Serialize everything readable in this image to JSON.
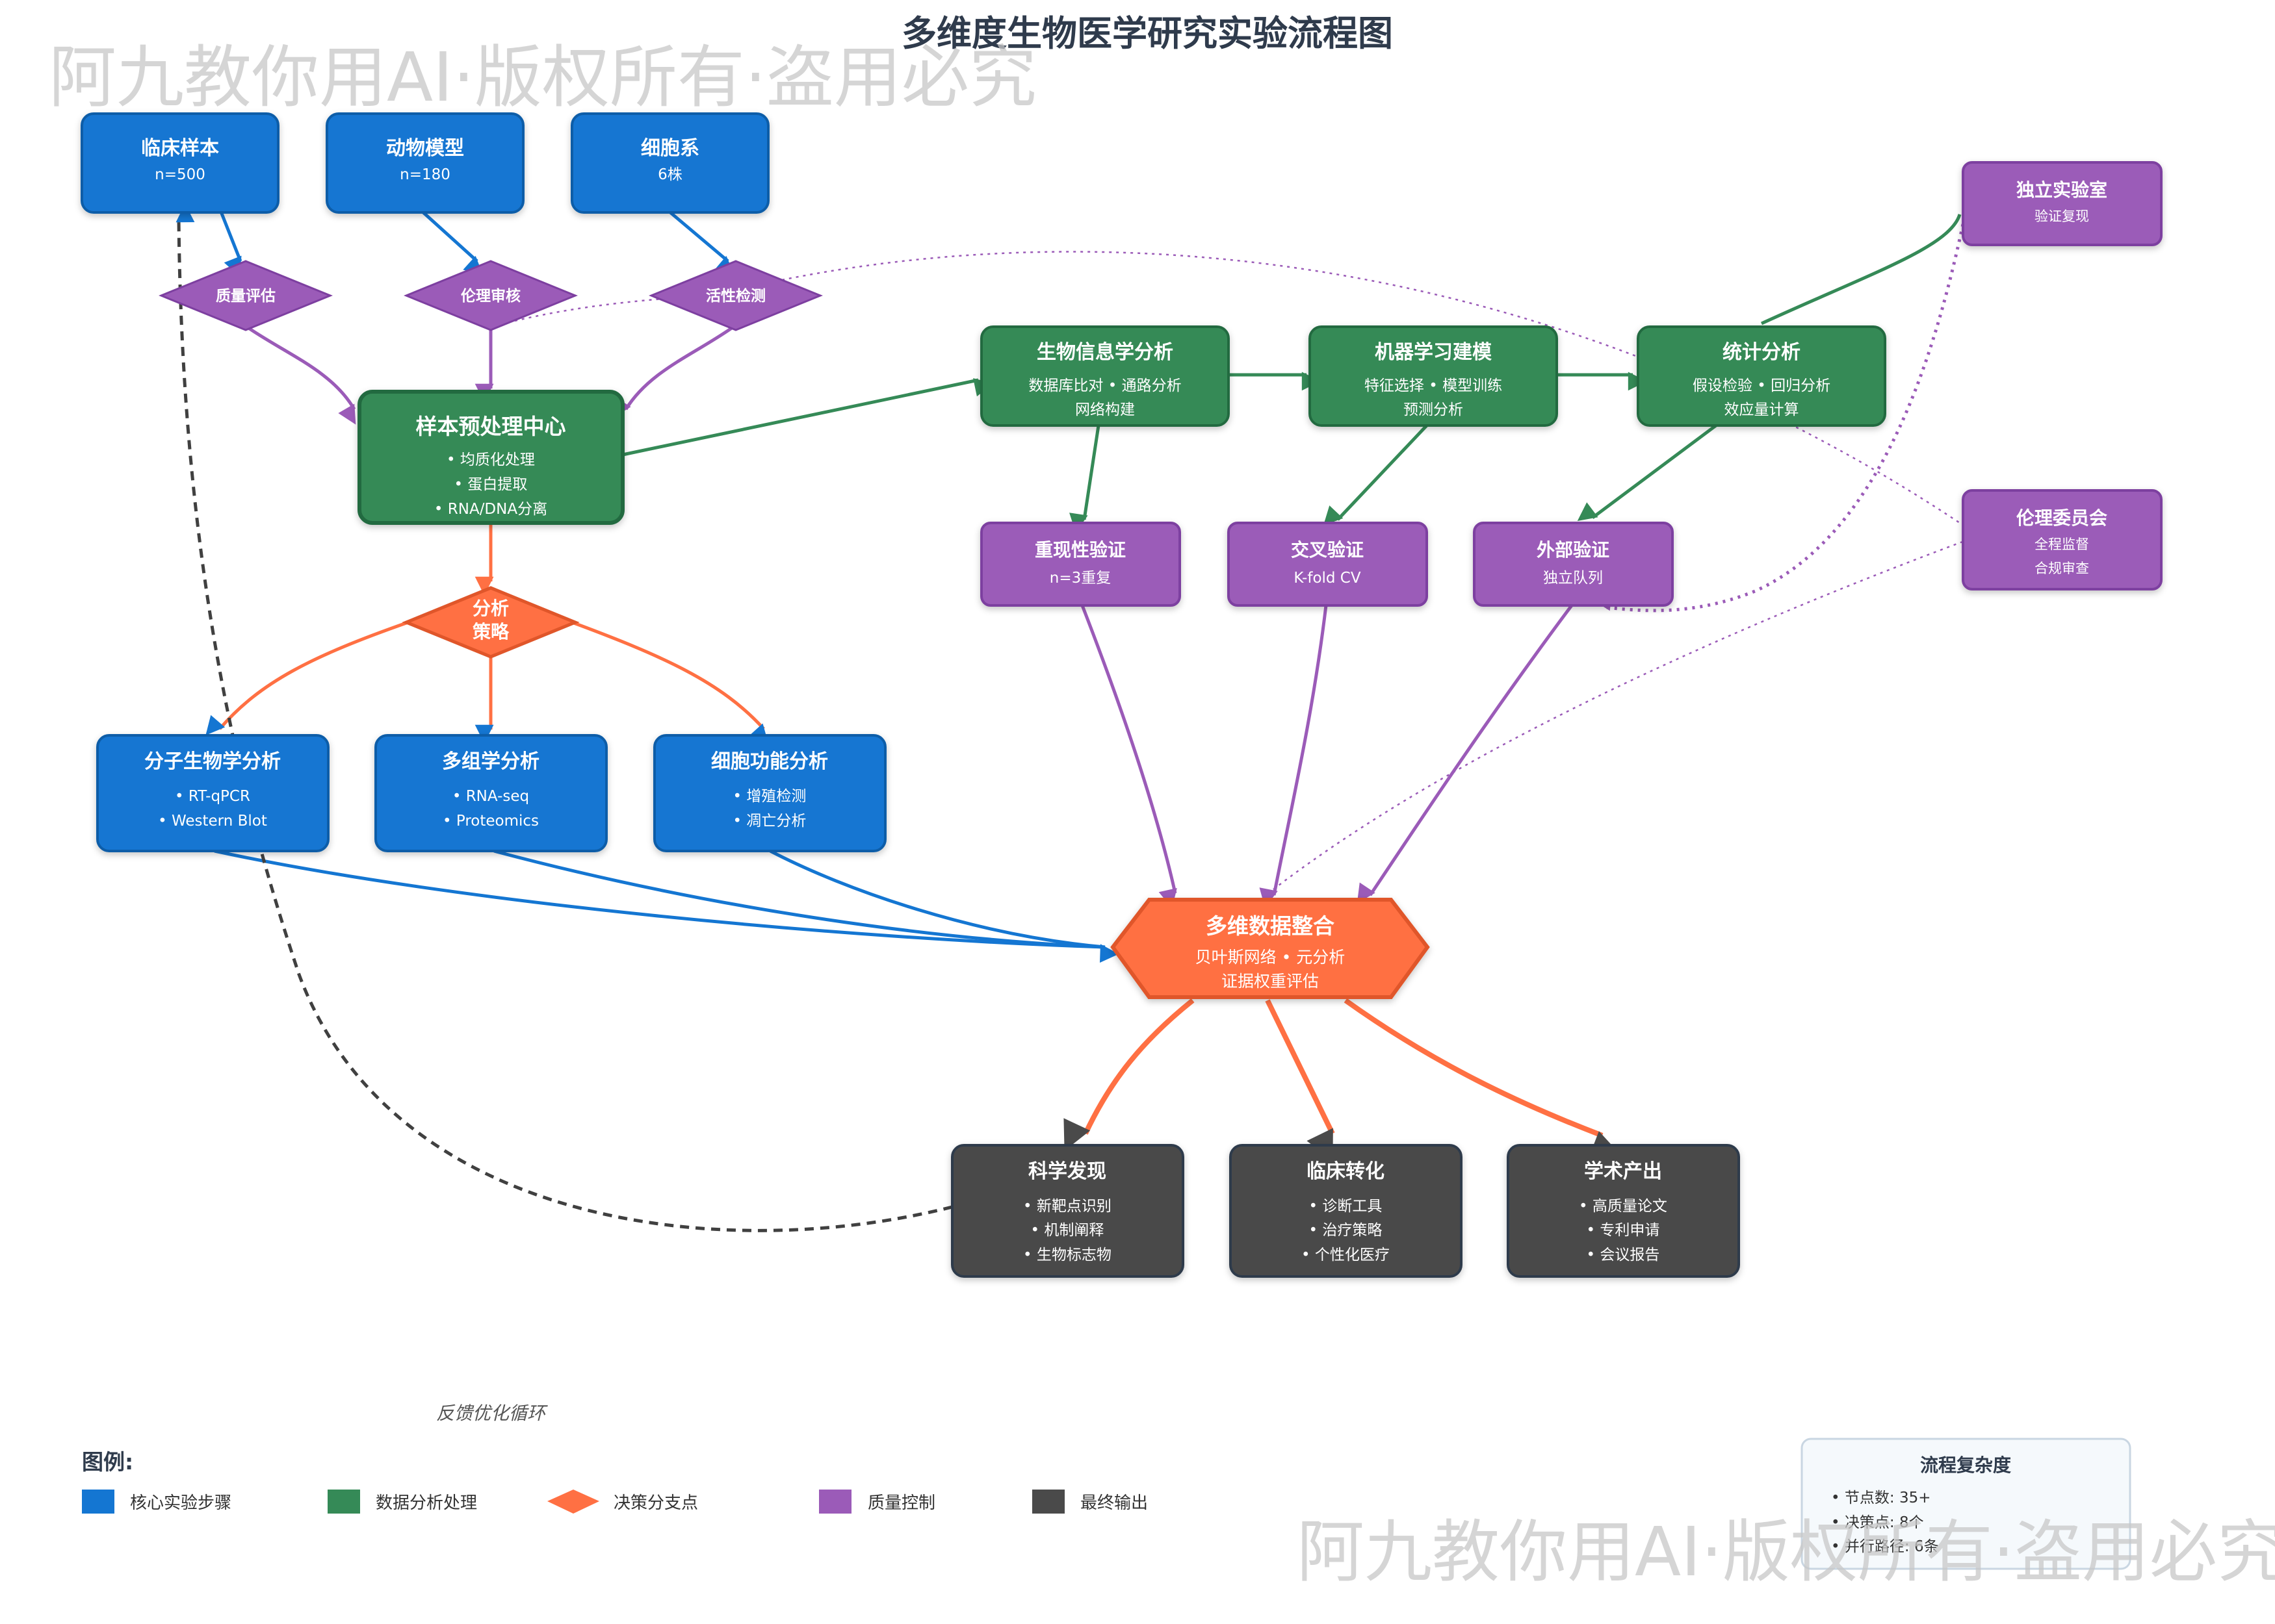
{
  "title": "多维度生物医学研究实验流程图",
  "watermark": "阿九教你用AI·版权所有·盗用必究",
  "colors": {
    "blue": "#1476D2",
    "green": "#358A57",
    "orange": "#FF7043",
    "purple": "#9B5BB8",
    "dark": "#4A4A4A"
  },
  "nodes": {
    "clinical": {
      "title": "临床样本",
      "sub": "n=500"
    },
    "animal": {
      "title": "动物模型",
      "sub": "n=180"
    },
    "cell": {
      "title": "细胞系",
      "sub": "6株"
    },
    "qc1": {
      "title": "质量评估"
    },
    "qc2": {
      "title": "伦理审核"
    },
    "qc3": {
      "title": "活性检测"
    },
    "center": {
      "title": "样本预处理中心",
      "lines": [
        "• 均质化处理",
        "• 蛋白提取",
        "• RNA/DNA分离"
      ]
    },
    "strategy": {
      "lines": [
        "分析",
        "策略"
      ]
    },
    "mol": {
      "title": "分子生物学分析",
      "lines": [
        "• RT-qPCR",
        "• Western Blot"
      ]
    },
    "omics": {
      "title": "多组学分析",
      "lines": [
        "• RNA-seq",
        "• Proteomics"
      ]
    },
    "cellfn": {
      "title": "细胞功能分析",
      "lines": [
        "• 增殖检测",
        "• 凋亡分析"
      ]
    },
    "bio": {
      "title": "生物信息学分析",
      "lines": [
        "数据库比对 • 通路分析",
        "网络构建"
      ]
    },
    "ml": {
      "title": "机器学习建模",
      "lines": [
        "特征选择 • 模型训练",
        "预测分析"
      ]
    },
    "stat": {
      "title": "统计分析",
      "lines": [
        "假设检验 • 回归分析",
        "效应量计算"
      ]
    },
    "rep": {
      "title": "重现性验证",
      "sub": "n=3重复"
    },
    "cross": {
      "title": "交叉验证",
      "sub": "K-fold CV"
    },
    "ext": {
      "title": "外部验证",
      "sub": "独立队列"
    },
    "indep": {
      "title": "独立实验室",
      "sub": "验证复现"
    },
    "ethics": {
      "title": "伦理委员会",
      "lines": [
        "全程监督",
        "合规审查"
      ]
    },
    "integ": {
      "title": "多维数据整合",
      "lines": [
        "贝叶斯网络 • 元分析",
        "证据权重评估"
      ]
    },
    "sci": {
      "title": "科学发现",
      "lines": [
        "• 新靶点识别",
        "• 机制阐释",
        "• 生物标志物"
      ]
    },
    "clin": {
      "title": "临床转化",
      "lines": [
        "• 诊断工具",
        "• 治疗策略",
        "• 个性化医疗"
      ]
    },
    "acad": {
      "title": "学术产出",
      "lines": [
        "• 高质量论文",
        "• 专利申请",
        "• 会议报告"
      ]
    }
  },
  "feedback_label": "反馈优化循环",
  "legend": {
    "heading": "图例:",
    "items": [
      "核心实验步骤",
      "数据分析处理",
      "决策分支点",
      "质量控制",
      "最终输出"
    ]
  },
  "complexity": {
    "title": "流程复杂度",
    "lines": [
      "• 节点数: 35+",
      "• 决策点: 8个",
      "• 并行路径: 6条"
    ]
  }
}
